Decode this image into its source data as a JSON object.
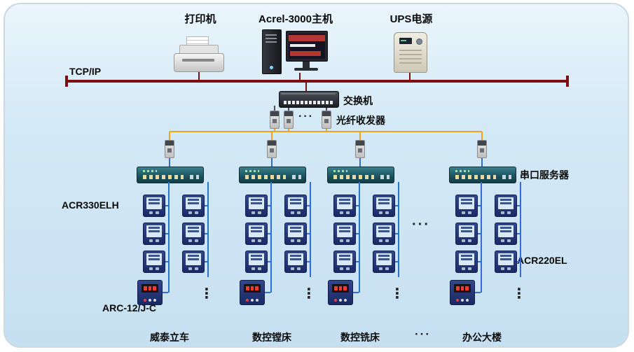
{
  "labels": {
    "printer": "打印机",
    "host": "Acrel-3000主机",
    "ups": "UPS电源",
    "tcpip": "TCP/IP",
    "switch": "交换机",
    "fiber": "光纤收发器",
    "serial_server": "串口服务器",
    "acr330": "ACR330ELH",
    "acr220": "ACR220EL",
    "arc12": "ARC-12/J-C",
    "ellipsis_h": "···",
    "ellipsis_v": "⋮"
  },
  "groups": [
    {
      "label": "威泰立车"
    },
    {
      "label": "数控镗床"
    },
    {
      "label": "数控铣床"
    },
    {
      "label": "办公大楼"
    }
  ],
  "colors": {
    "bus": "#7a1012",
    "fiber_link": "#f2a31c",
    "field_link": "#2f6fd0",
    "panel": "#cfe6f4"
  }
}
